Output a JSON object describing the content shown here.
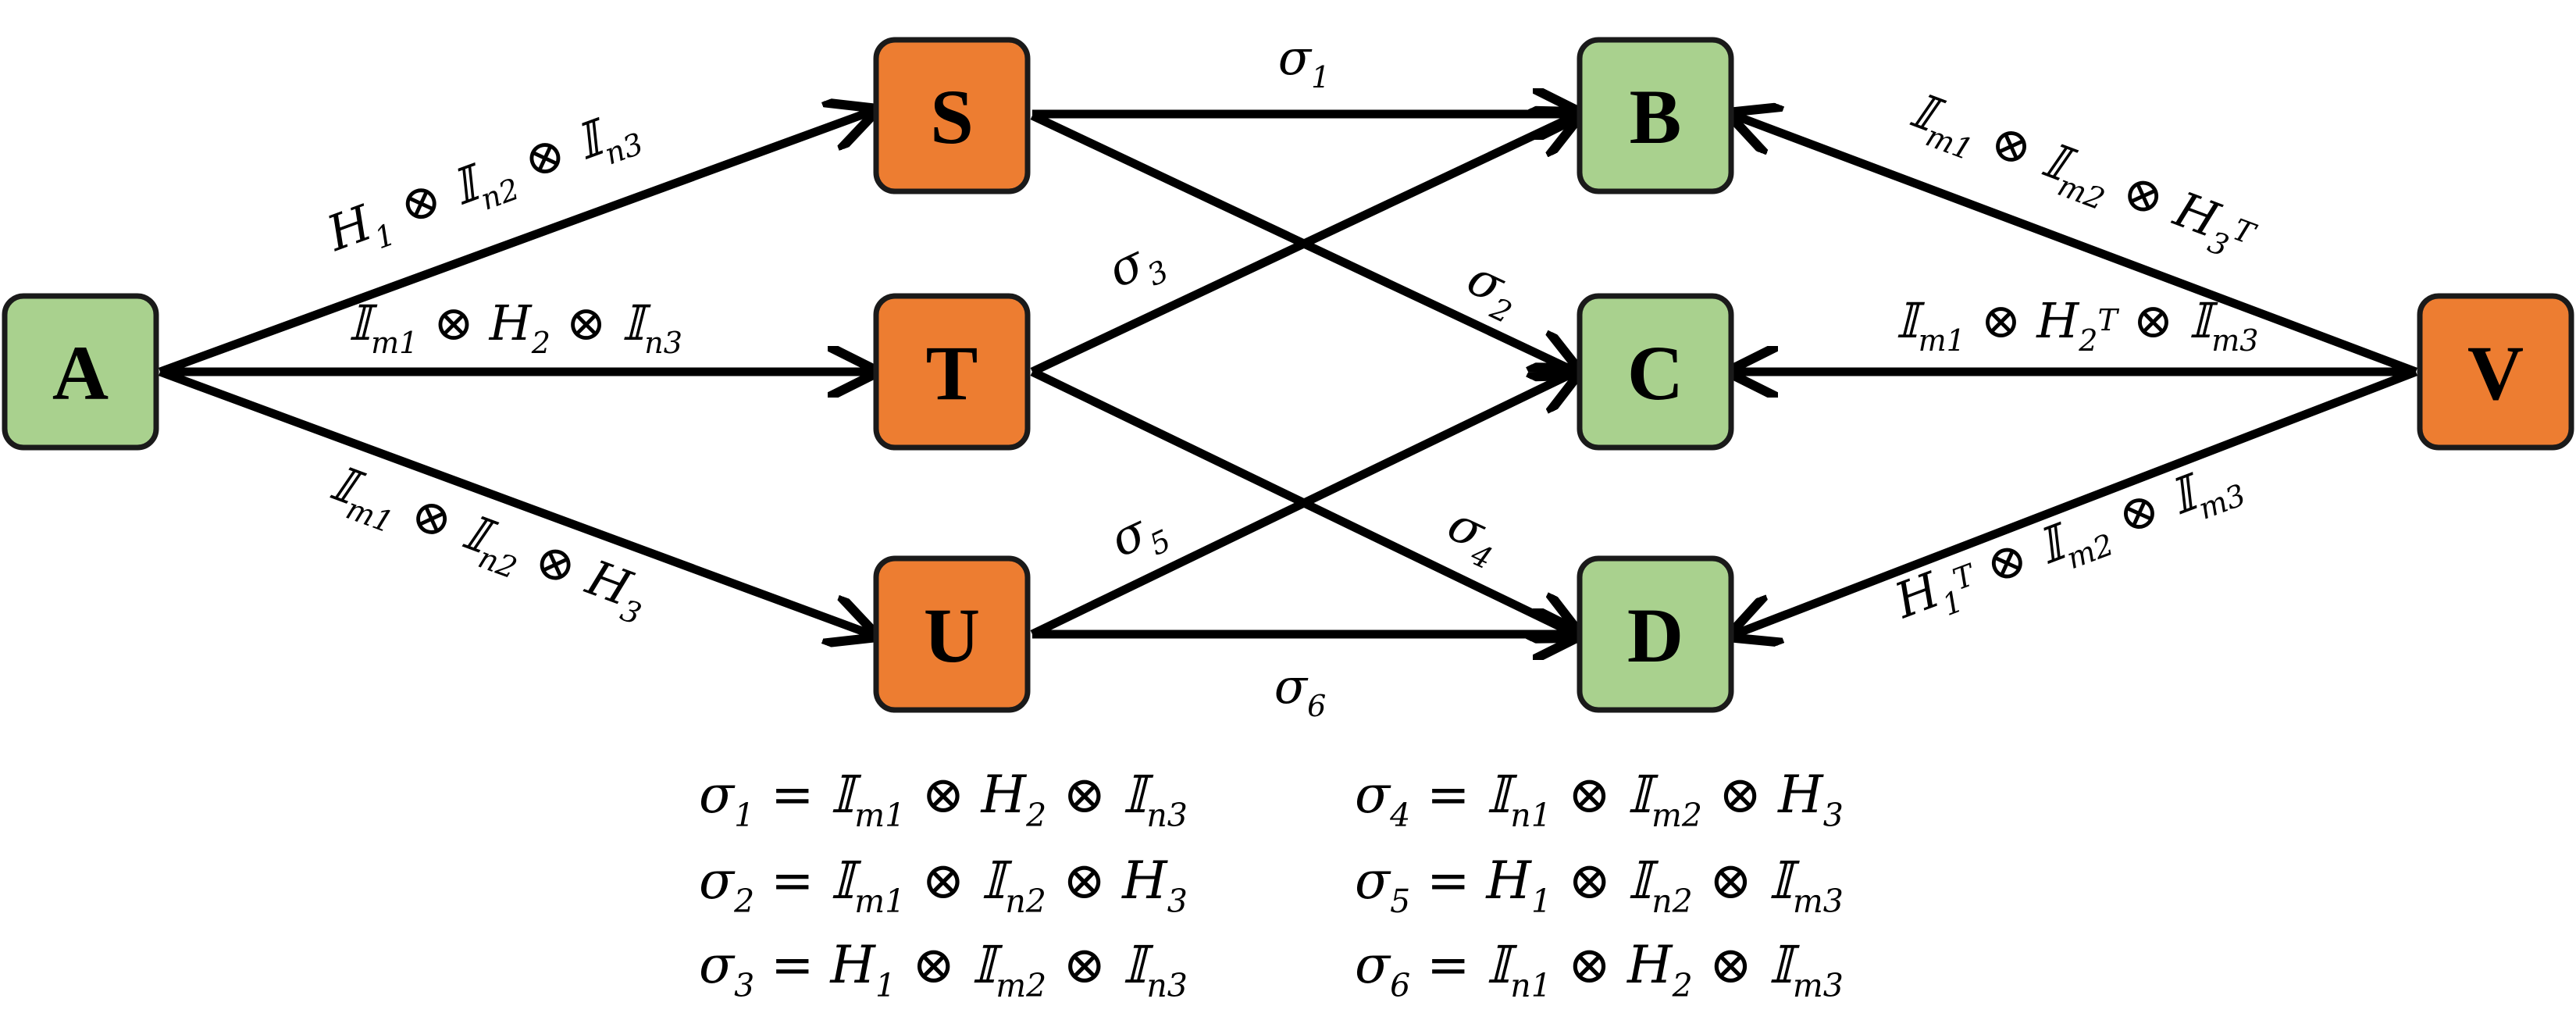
{
  "colors": {
    "green_node": "#a9d18e",
    "orange_node": "#ed7d31",
    "edge": "#000000"
  },
  "nodes": {
    "A": {
      "label": "A",
      "color": "green"
    },
    "S": {
      "label": "S",
      "color": "orange"
    },
    "T": {
      "label": "T",
      "color": "orange"
    },
    "U": {
      "label": "U",
      "color": "orange"
    },
    "B": {
      "label": "B",
      "color": "green"
    },
    "C": {
      "label": "C",
      "color": "green"
    },
    "D": {
      "label": "D",
      "color": "green"
    },
    "V": {
      "label": "V",
      "color": "orange"
    }
  },
  "edges": [
    {
      "from": "A",
      "to": "S",
      "label": "H_1 ⊗ 𝕀_{n_2} ⊗ 𝕀_{n_3}"
    },
    {
      "from": "A",
      "to": "T",
      "label": "𝕀_{m_1} ⊗ H_2 ⊗ 𝕀_{n_3}"
    },
    {
      "from": "A",
      "to": "U",
      "label": "𝕀_{m_1} ⊗ 𝕀_{n_2} ⊗ H_3"
    },
    {
      "from": "S",
      "to": "B",
      "label": "σ_1"
    },
    {
      "from": "S",
      "to": "C",
      "label": "σ_2"
    },
    {
      "from": "T",
      "to": "B",
      "label": "σ_3"
    },
    {
      "from": "T",
      "to": "D",
      "label": "σ_4"
    },
    {
      "from": "U",
      "to": "C",
      "label": "σ_5"
    },
    {
      "from": "U",
      "to": "D",
      "label": "σ_6"
    },
    {
      "from": "V",
      "to": "B",
      "label": "𝕀_{m_1} ⊗ 𝕀_{m_2} ⊗ H_3^T"
    },
    {
      "from": "V",
      "to": "C",
      "label": "𝕀_{m_1} ⊗ H_2^T ⊗ 𝕀_{m_3}"
    },
    {
      "from": "V",
      "to": "D",
      "label": "H_1^T ⊗ 𝕀_{m_2} ⊗ 𝕀_{m_3}"
    }
  ],
  "legend": [
    "σ_1 = 𝕀_{m_1} ⊗ H_2 ⊗ 𝕀_{n_3}",
    "σ_2 = 𝕀_{m_1} ⊗ 𝕀_{n_2} ⊗ H_3",
    "σ_3 = H_1 ⊗ 𝕀_{m_2} ⊗ 𝕀_{n_3}",
    "σ_4 = 𝕀_{n_1} ⊗ 𝕀_{m_2} ⊗ H_3",
    "σ_5 = H_1 ⊗ 𝕀_{n_2} ⊗ 𝕀_{m_3}",
    "σ_6 = 𝕀_{n_1} ⊗ H_2 ⊗ 𝕀_{m_3}"
  ]
}
